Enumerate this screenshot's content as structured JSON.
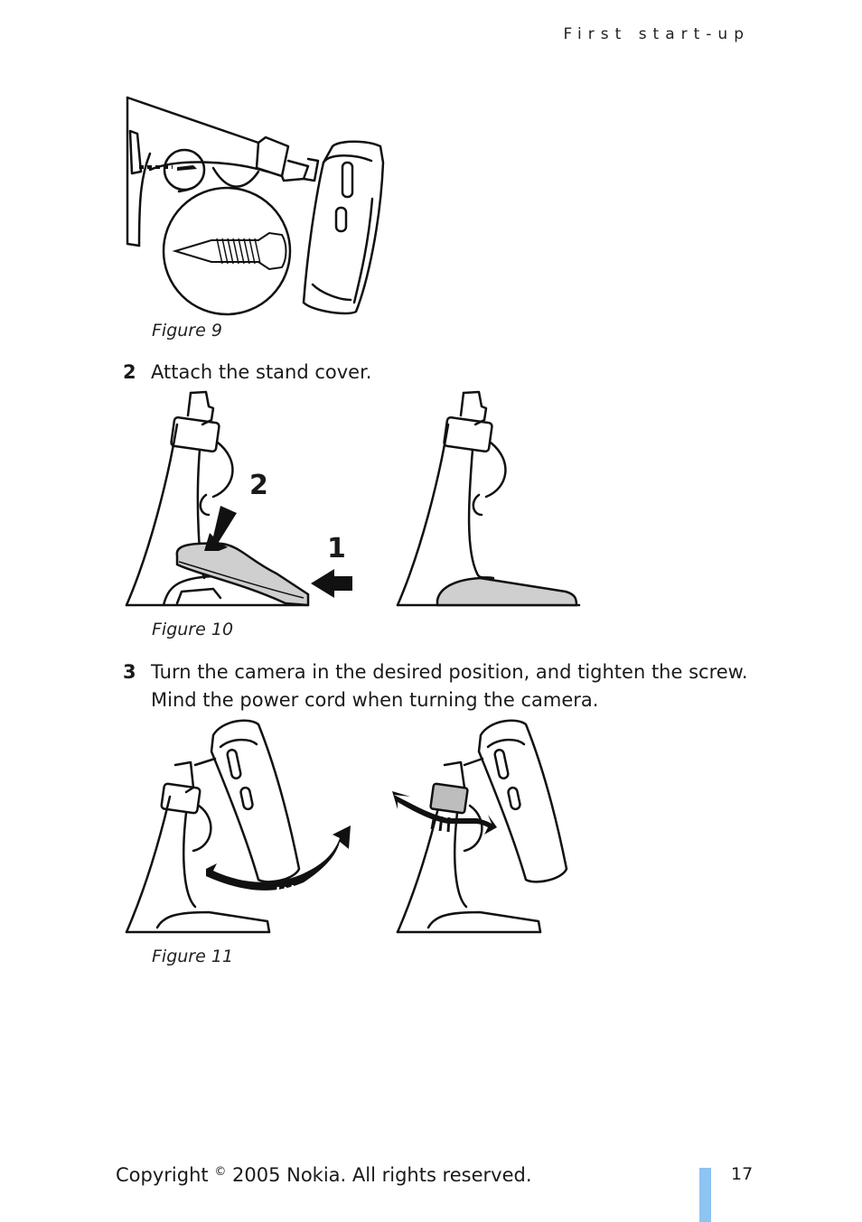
{
  "header": {
    "section_title": "First start-up"
  },
  "figures": [
    {
      "caption": "Figure 9"
    },
    {
      "caption": "Figure 10",
      "labels": [
        "2",
        "1"
      ]
    },
    {
      "caption": "Figure 11"
    }
  ],
  "steps": [
    {
      "number": "2",
      "text": "Attach the stand cover."
    },
    {
      "number": "3",
      "text": "Turn the camera in the desired position, and tighten the screw. Mind the power cord when turning the camera."
    }
  ],
  "footer": {
    "copyright_prefix": "Copyright",
    "copyright_symbol": "©",
    "copyright_rest": "2005 Nokia. All rights reserved.",
    "page_number": "17",
    "accent_color": "#8cc4f2"
  }
}
